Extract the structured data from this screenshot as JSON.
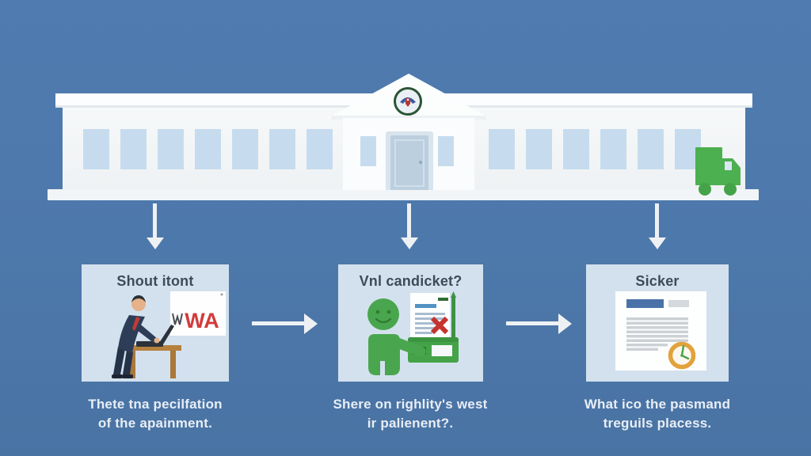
{
  "colors": {
    "bg-blue": "#4d78ab",
    "panel-bg": "#d3e1ee",
    "building-white": "#f4f6f8",
    "window-blue": "#c6dcee",
    "accent-green": "#4aa64e",
    "accent-red": "#c4332e",
    "wa-red": "#d23b3b",
    "arrow-white": "#eef1f4",
    "title-color": "#3e4a57",
    "caption-color": "#e8eef6",
    "wood-brown": "#b5813f",
    "suit-navy": "#2d3d57",
    "clock-orange": "#e2a23c",
    "doc-blue": "#4a72a8",
    "seal-green": "#2a5534"
  },
  "building": {
    "seal_icon": "va-style-seal",
    "truck_icon": "green-delivery-truck"
  },
  "panels": [
    {
      "title": "Shout itont",
      "sign_text": "WA",
      "illustration": "man-typing-at-desk-with-wa-sign",
      "caption": {
        "line1": "Thete tna pecilfation",
        "line2": "of the apainment."
      }
    },
    {
      "title": "Vnl candicket?",
      "illustration": "green-figure-with-rejected-document",
      "caption": {
        "line1": "Shere on righlity's west",
        "line2": "ir palienent?."
      }
    },
    {
      "title": "Sicker",
      "illustration": "document-with-clock",
      "caption": {
        "line1": "What ico the pasmand",
        "line2": "treguils placess."
      }
    }
  ]
}
